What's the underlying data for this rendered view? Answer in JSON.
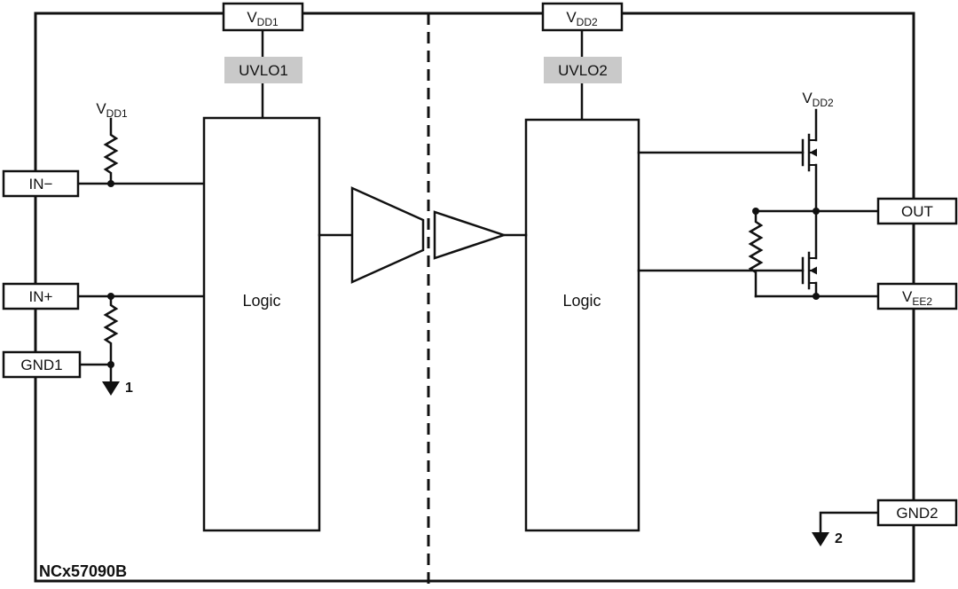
{
  "diagram": {
    "part_number": "NCx57090B",
    "colors": {
      "line": "#111111",
      "uvlo_background": "#c9c9c9",
      "background": "#ffffff"
    },
    "pins": {
      "vdd1": {
        "base": "V",
        "sub": "DD1"
      },
      "vdd2": {
        "base": "V",
        "sub": "DD2"
      },
      "in_minus": {
        "label": "IN−"
      },
      "in_plus": {
        "label": "IN+"
      },
      "gnd1": {
        "label": "GND1"
      },
      "out": {
        "label": "OUT"
      },
      "vee2": {
        "base": "V",
        "sub": "EE2"
      },
      "gnd2": {
        "label": "GND2"
      }
    },
    "blocks": {
      "uvlo1": "UVLO1",
      "uvlo2": "UVLO2",
      "logic_input_side": "Logic",
      "logic_output_side": "Logic"
    },
    "net_labels": {
      "vdd1": {
        "base": "V",
        "sub": "DD1"
      },
      "vdd2": {
        "base": "V",
        "sub": "DD2"
      }
    },
    "ground_refs": {
      "gnd1": "1",
      "gnd2": "2"
    }
  }
}
